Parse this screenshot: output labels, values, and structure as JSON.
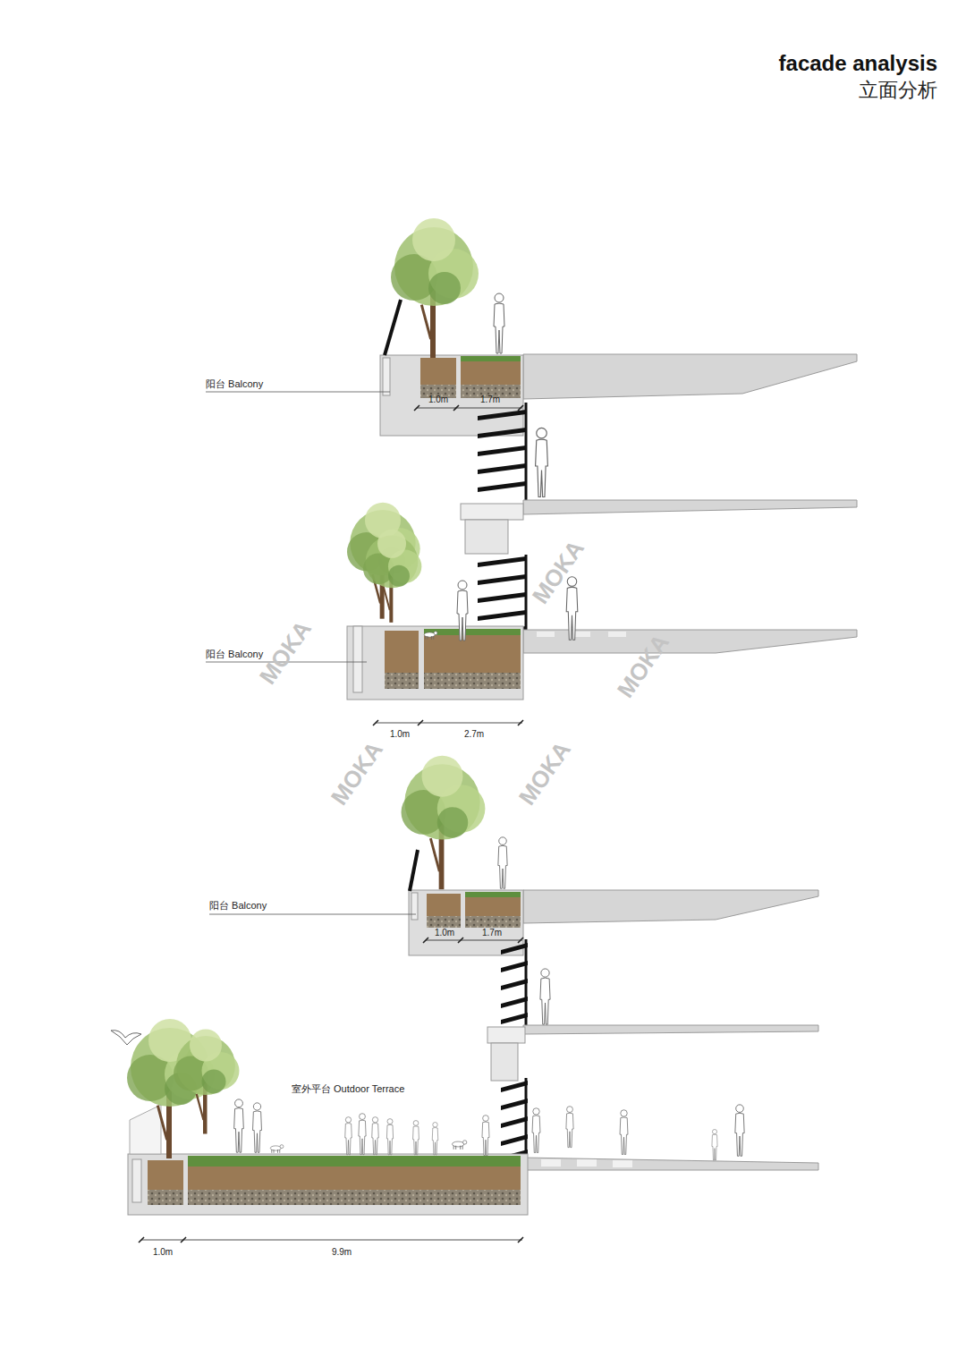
{
  "diagram": {
    "title": "facade analysis",
    "labels": [
      "立面分析",
      "阳台 Balcony",
      "1.0m",
      "1.7m",
      "阳台 Balcony",
      "1.0m",
      "2.7m",
      "阳台 Balcony",
      "1.0m",
      "1.7m",
      "室外平台 Outdoor Terrace",
      "1.0m",
      "9.9m",
      "MOKA",
      "MOKA",
      "MOKA",
      "MOKA",
      "MOKA"
    ]
  }
}
